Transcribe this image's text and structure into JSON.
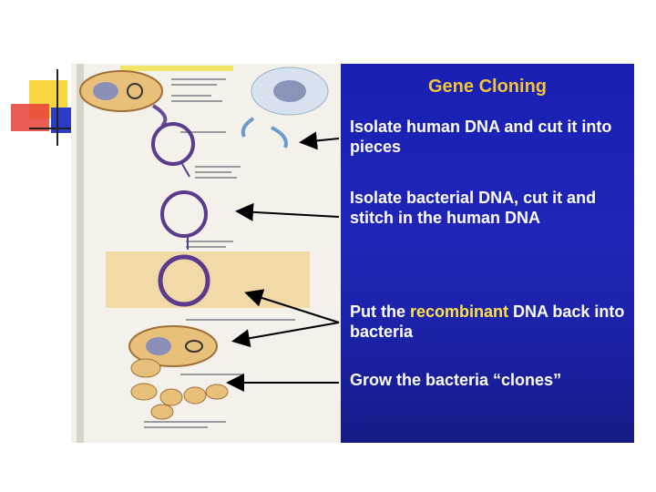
{
  "slide": {
    "title": "Gene Cloning",
    "steps": [
      {
        "text": "Isolate human DNA and cut it into pieces"
      },
      {
        "text": "Isolate bacterial DNA, cut it and stitch in the human DNA"
      },
      {
        "text_before": "Put the ",
        "highlight": "recombinant",
        "text_after": " DNA back into bacteria"
      },
      {
        "text": "Grow the bacteria “clones”"
      }
    ]
  },
  "colors": {
    "panel_blue": "#1a1fb4",
    "title_gold": "#f2c43a",
    "highlight_yellow": "#ffe14a",
    "deco_yellow": "#f8d640",
    "deco_blue": "#2a3cc8",
    "deco_red": "#e8403a"
  }
}
